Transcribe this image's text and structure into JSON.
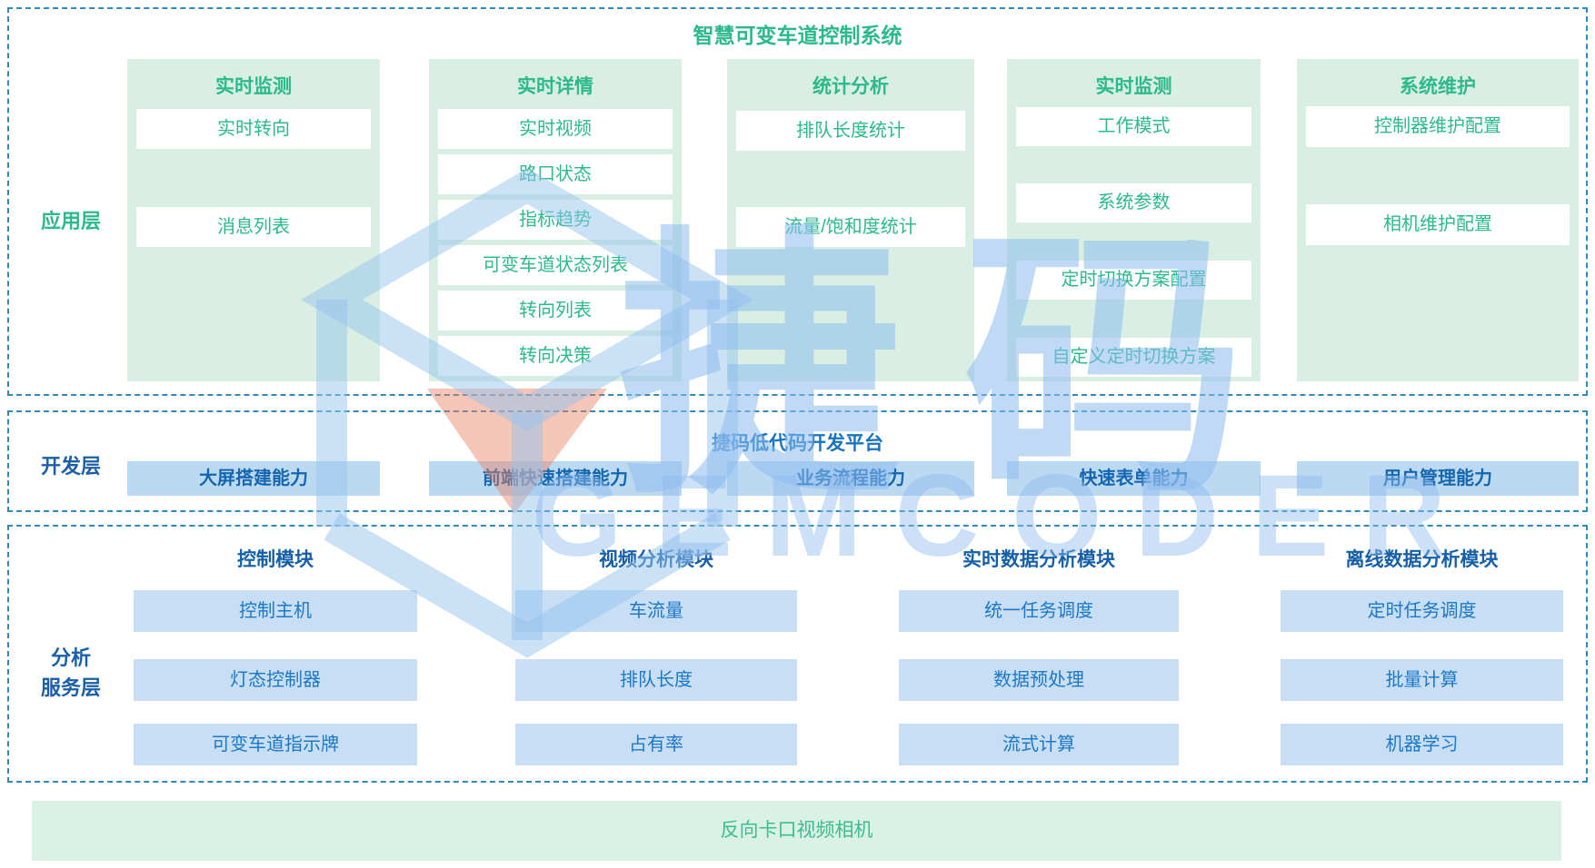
{
  "title": "智慧可变车道控制系统",
  "watermark": {
    "cn": "捷码",
    "en": "GEMCODER"
  },
  "layers": {
    "app": {
      "label": "应用层",
      "columns": [
        {
          "header": "实时监测",
          "items": [
            "实时转向",
            "消息列表"
          ]
        },
        {
          "header": "实时详情",
          "items": [
            "实时视频",
            "路口状态",
            "指标趋势",
            "可变车道状态列表",
            "转向列表",
            "转向决策"
          ]
        },
        {
          "header": "统计分析",
          "items": [
            "排队长度统计",
            "流量/饱和度统计"
          ]
        },
        {
          "header": "实时监测",
          "items": [
            "工作模式",
            "系统参数",
            "定时切换方案配置",
            "自定义定时切换方案"
          ]
        },
        {
          "header": "系统维护",
          "items": [
            "控制器维护配置",
            "相机维护配置"
          ]
        }
      ]
    },
    "dev": {
      "label": "开发层",
      "platform_title": "捷码低代码开发平台",
      "capabilities": [
        "大屏搭建能力",
        "前端快速搭建能力",
        "业务流程能力",
        "快速表单能力",
        "用户管理能力"
      ]
    },
    "analysis": {
      "label_line1": "分析",
      "label_line2": "服务层",
      "columns": [
        {
          "header": "控制模块",
          "items": [
            "控制主机",
            "灯态控制器",
            "可变车道指示牌"
          ]
        },
        {
          "header": "视频分析模块",
          "items": [
            "车流量",
            "排队长度",
            "占有率"
          ]
        },
        {
          "header": "实时数据分析模块",
          "items": [
            "统一任务调度",
            "数据预处理",
            "流式计算"
          ]
        },
        {
          "header": "离线数据分析模块",
          "items": [
            "定时任务调度",
            "批量计算",
            "机器学习"
          ]
        }
      ]
    },
    "device": {
      "camera_bar": "反向卡口视频相机"
    }
  },
  "colors": {
    "green_text": "#2cb98c",
    "green_tile": "#d9efe3",
    "green_bar": "#daf2e6",
    "blue_dark_text": "#1b5fa8",
    "dev_item_bg": "#bcd9f2",
    "analysis_item_bg": "#c7def4",
    "analysis_item_text": "#1c78c8",
    "dashed_border": "#2f8cba",
    "watermark_blue": "#8dbbee",
    "watermark_orange": "#e97e5f"
  }
}
